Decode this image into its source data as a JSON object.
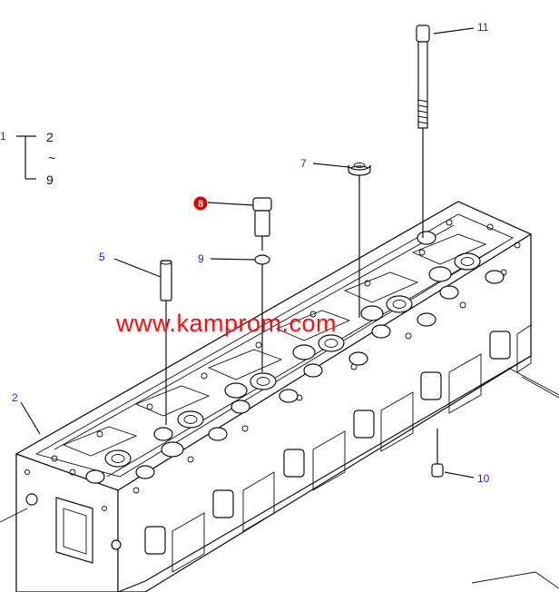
{
  "callouts": {
    "c1": "1",
    "c2": "2",
    "c5": "5",
    "c7": "7",
    "c8": "8",
    "c9": "9",
    "c10": "10",
    "c11": "11"
  },
  "bracket": {
    "from": "2",
    "tilde": "~",
    "to": "9"
  },
  "watermark": "www.kamprom.com",
  "colors": {
    "callout_text": "#1a1aff",
    "highlight": "#e00000",
    "watermark": "#ff0d0d",
    "line": "#111111"
  }
}
